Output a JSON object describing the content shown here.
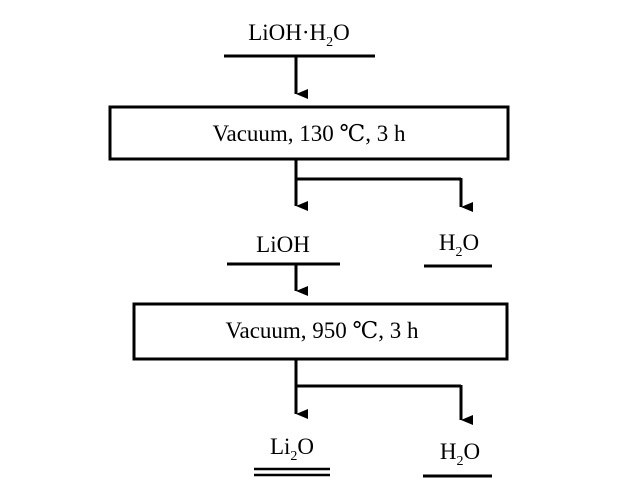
{
  "flowchart": {
    "start": {
      "base": "LiOH·H",
      "sub": "2",
      "tail": "O"
    },
    "step1": {
      "label": "Vacuum, 130 ℃, 3 h"
    },
    "intermediate": {
      "label": "LiOH"
    },
    "byproduct1": {
      "base": "H",
      "sub": "2",
      "tail": "O"
    },
    "step2": {
      "label": "Vacuum, 950 ℃, 3 h"
    },
    "product": {
      "base": "Li",
      "sub": "2",
      "tail": "O"
    },
    "byproduct2": {
      "base": "H",
      "sub": "2",
      "tail": "O"
    }
  }
}
